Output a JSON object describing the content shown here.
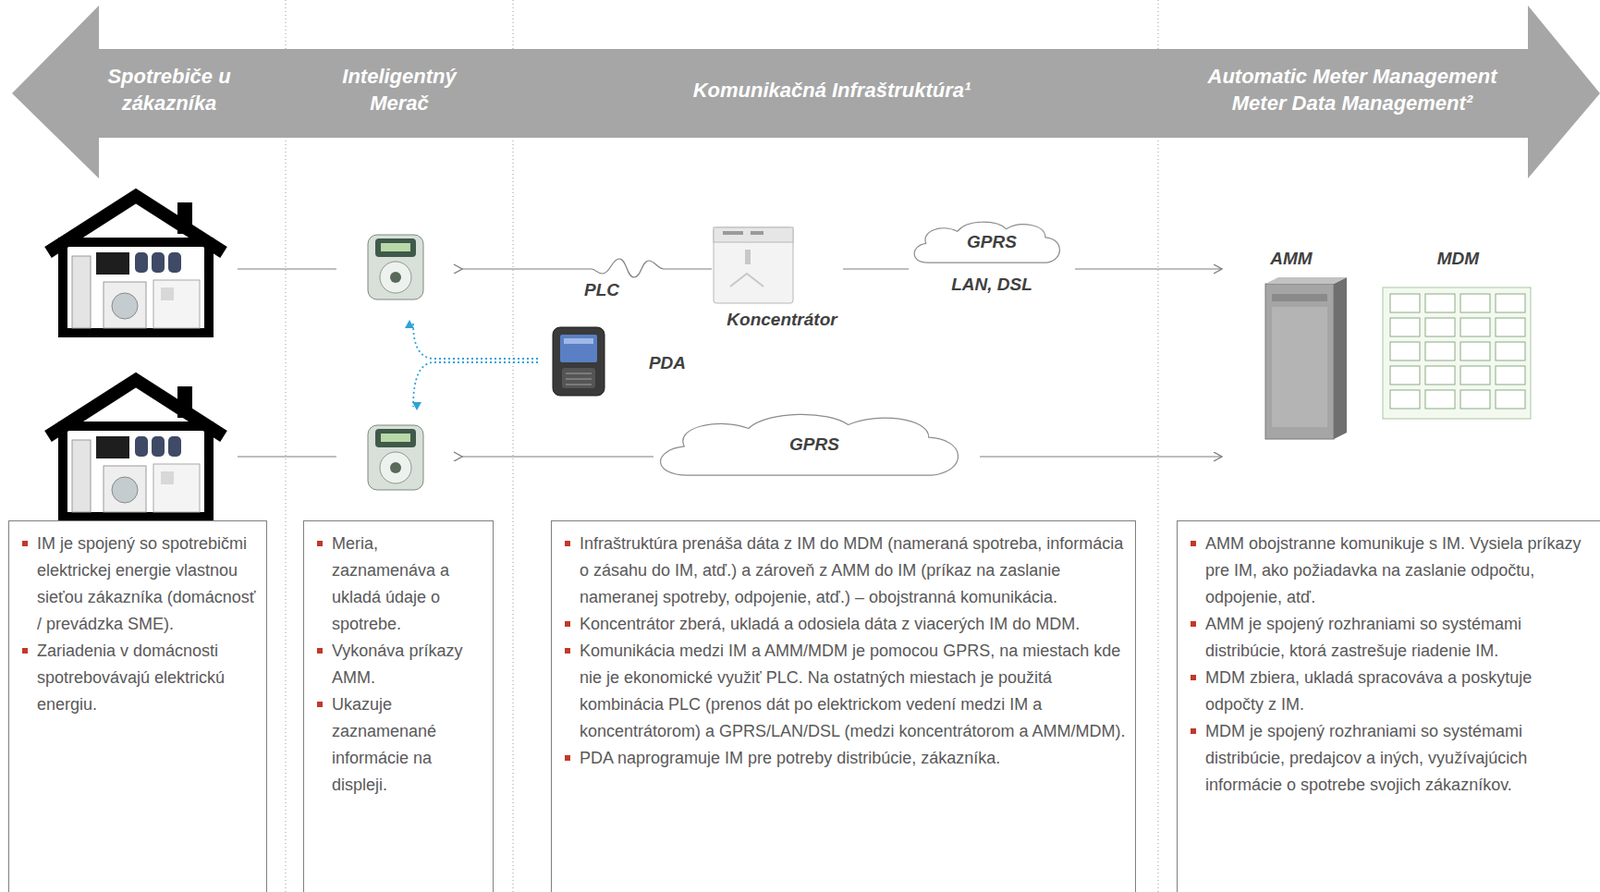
{
  "diagram": {
    "nodes": [
      {
        "text": [
          "Spotrebiče u zákazníka",
          "Inteligentný Merač",
          "Komunikačná Infraštruktúra¹",
          "Automatic Meter Management Meter Data Management²"
        ]
      },
      {
        "text": [
          "Koncentrátor"
        ]
      },
      {
        "text": [
          "GPRS",
          "LAN, DSL"
        ]
      },
      {
        "text": [
          "PDA"
        ]
      },
      {
        "text": [
          "GPRS"
        ]
      },
      {
        "text": [
          "AMM"
        ]
      },
      {
        "text": [
          "MDM"
        ]
      },
      {
        "text": [
          "IM je spojený so spotrebičmi elektrickej energie vlastnou sieťou zákazníka (domácnosť / prevádzka SME).",
          "Zariadenia v domácnosti spotrebovávajú elektrickú energiu."
        ]
      },
      {
        "text": [
          "Meria, zaznamenáva a ukladá údaje o spotrebe.",
          "Vykonáva príkazy AMM.",
          "Ukazuje zaznamenané informácie na displeji."
        ]
      },
      {
        "text": [
          "Infraštruktúra prenáša dáta z IM do MDM (nameraná spotreba, informácia o zásahu do IM, atď.) a zároveň z AMM do IM (príkaz na zaslanie nameranej spotreby, odpojenie, atď.) – obojstranná komunikácia.",
          "Koncentrátor zberá, ukladá a odosiela dáta z viacerých IM do MDM.",
          "Komunikácia medzi IM a AMM/MDM je pomocou GPRS, na miestach kde nie je ekonomické využiť PLC. Na ostatných miestach je použitá kombinácia PLC (prenos dát po elektrickom vedení medzi IM a koncentrátorom) a GPRS/LAN/DSL (medzi koncentrátorom a AMM/MDM).",
          "PDA naprogramuje IM pre potreby distribúcie, zákazníka."
        ]
      },
      {
        "text": [
          "AMM obojstranne komunikuje s IM. Vysiela príkazy pre IM, ako požiadavka na zaslanie odpočtu, odpojenie, atď.",
          "AMM je spojený rozhraniami so systémami distribúcie, ktorá zastrešuje riadenie IM.",
          "MDM zbiera, ukladá spracováva a poskytuje odpočty z IM.",
          "MDM je spojený rozhraniami so systémami distribúcie, predajcov a iných, využívajúcich informácie o spotrebe svojich zákazníkov."
        ]
      }
    ],
    "edges": [
      {
        "from": 1,
        "to": 2,
        "arrow": "none"
      },
      {
        "from": 2,
        "to": 5,
        "arrow": "to"
      },
      {
        "from": 4,
        "to": 5,
        "arrow": "to"
      }
    ],
    "labels": [
      "PLC"
    ]
  }
}
